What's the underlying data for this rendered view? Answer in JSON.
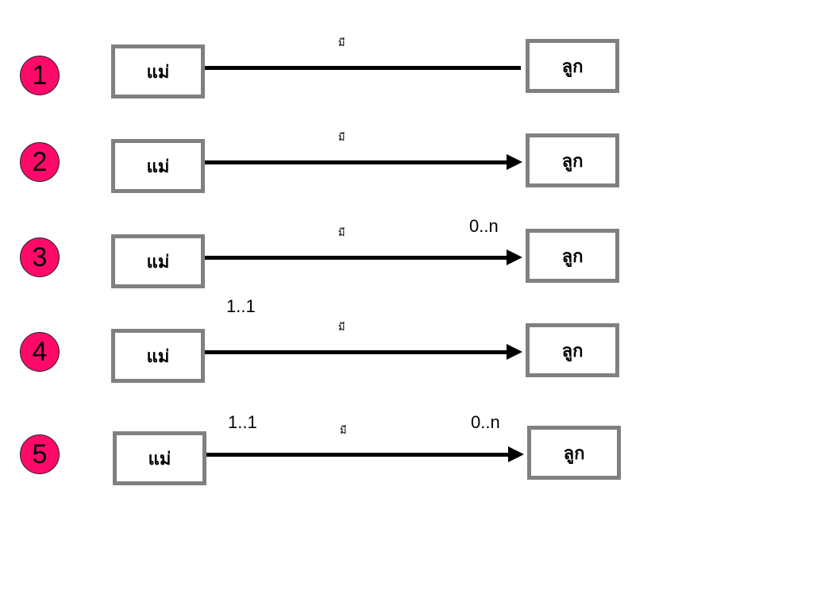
{
  "colors": {
    "badge": "#ff0a6b",
    "box_border": "#808080",
    "line": "#000000"
  },
  "rows": [
    {
      "number": "1",
      "mother": "แม่",
      "relation": "มี",
      "child": "ลูก",
      "arrow": false,
      "mult_left": "",
      "mult_right": ""
    },
    {
      "number": "2",
      "mother": "แม่",
      "relation": "มี",
      "child": "ลูก",
      "arrow": true,
      "mult_left": "",
      "mult_right": ""
    },
    {
      "number": "3",
      "mother": "แม่",
      "relation": "มี",
      "child": "ลูก",
      "arrow": true,
      "mult_left": "",
      "mult_right": "0..n"
    },
    {
      "number": "4",
      "mother": "แม่",
      "relation": "มี",
      "child": "ลูก",
      "arrow": true,
      "mult_left": "1..1",
      "mult_right": ""
    },
    {
      "number": "5",
      "mother": "แม่",
      "relation": "มี",
      "child": "ลูก",
      "arrow": true,
      "mult_left": "1..1",
      "mult_right": "0..n"
    }
  ]
}
